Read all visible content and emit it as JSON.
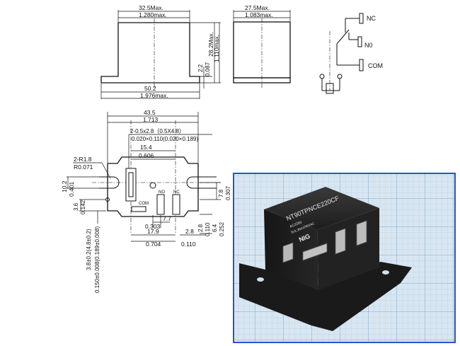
{
  "front_view": {
    "width_mm": "32.5Max.",
    "width_in": "1.280max.",
    "height_mm": "28.2Max.",
    "height_in": "1.110max.",
    "flange_mm": "2.2",
    "flange_in": "0.087",
    "base_mm": "50.2",
    "base_in": "1.976max."
  },
  "side_view": {
    "depth_mm": "27.5Max.",
    "depth_in": "1.083max."
  },
  "schematic": {
    "nc_label": "NC",
    "no_label": "N0",
    "com_label": "COM"
  },
  "bottom_view": {
    "mount_pitch_mm": "43.5",
    "mount_pitch_in": "1.713",
    "pin_spec_mm": "2-0.5x2.8（0.5X4.8）",
    "pin_spec_in": "0.020×0.110(0.020×0.189)",
    "coil_pitch_mm": "15.4",
    "coil_pitch_in": "0.606",
    "slot_radius_mm": "2-R1.8",
    "slot_radius_in": "R0.071",
    "slot_width_mm": "10.2",
    "slot_width_in": "0.401",
    "lower_offset_mm": "3.6",
    "lower_offset_in": "0.142",
    "right_offset_mm": "7.8",
    "right_offset_in": "0.307",
    "no_offset_mm": "7.7",
    "no_offset_in": "0.303",
    "com_offset_mm": "17.9",
    "com_offset_in": "0.704",
    "pin_gap_mm": "2.8",
    "pin_gap_in": "0.110",
    "pin_row_mm": "2.8",
    "pin_row_in": "0.110",
    "coil_row_mm": "6.4",
    "coil_row_in": "0.252",
    "bottom_tol_mm": "3.8±0.2(4.8±0.2)",
    "bottom_tol_in": "0.150±0.008(0.189±0.008)",
    "pin_no_label": "NO",
    "pin_nc_label": "NC",
    "pin_com_label": "COM"
  },
  "photo": {
    "model_code": "NT90TPNCE220CF",
    "ac_label": "AC220V",
    "ratings": "5UL:30A/240VAC",
    "brand": "NIG"
  }
}
